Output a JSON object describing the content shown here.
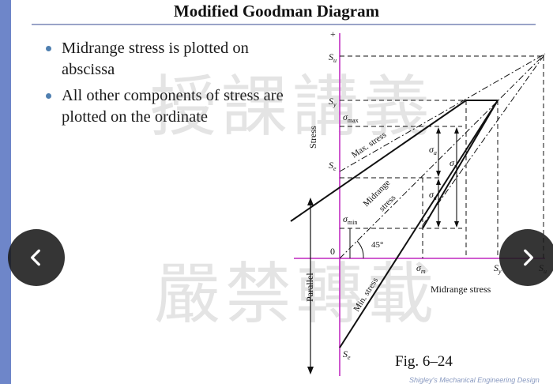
{
  "slide": {
    "title": "Modified Goodman Diagram",
    "bullets": [
      "Midrange stress is plotted on abscissa",
      "All other components of stress are plotted on the ordinate"
    ],
    "watermark_top": "授課講義",
    "watermark_bottom": "嚴禁轉載",
    "figure_caption": "Fig. 6–24",
    "footer": "Shigley's Mechanical Engineering Design"
  },
  "diagram": {
    "plus_sign": "+",
    "su_label": "S",
    "su_sub": "u",
    "sy_label": "S",
    "sy_sub": "y",
    "se_label": "S",
    "se_sub": "e",
    "se_bottom_label": "S",
    "se_bottom_sub": "e",
    "stress_axis_label": "Stress",
    "sigma_max_label": "σ",
    "sigma_max_sub": "max",
    "sigma_min_label": "σ",
    "sigma_min_sub": "min",
    "sigma_a_label": "σ",
    "sigma_a_sub": "a",
    "sigma_a2_label": "σ",
    "sigma_a2_sub": "a",
    "sigma_r_label": "σ",
    "sigma_r_sub": "r",
    "sigma_m_label": "σ",
    "sigma_m_sub": "m",
    "origin_label": "0",
    "angle_label": "45°",
    "max_stress_label": "Max. stress",
    "midrange_stress_line_label_1": "Midrange",
    "midrange_stress_line_label_2": "stress",
    "min_stress_label": "Min. stress",
    "midrange_axis_label": "Midrange stress",
    "parallel_label": "Parallel",
    "sy_axis_label": "S",
    "sy_axis_sub": "y",
    "su_axis_label": "S",
    "su_axis_sub": "u"
  },
  "nav": {
    "prev_icon": "chevron-left-icon",
    "next_icon": "chevron-right-icon"
  },
  "colors": {
    "left_bar": "#6e86c9",
    "axis_magenta": "#c845c8",
    "bullet": "#4f7fb0",
    "nav_bg": "#191919"
  }
}
